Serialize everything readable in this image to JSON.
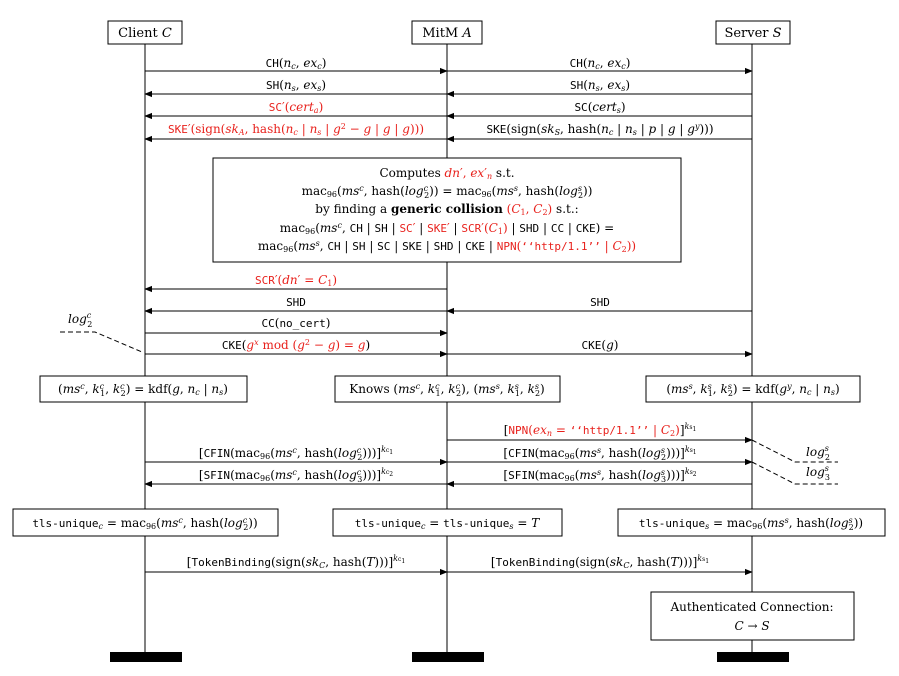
{
  "colors": {
    "attacker": "#e8211c",
    "ink": "#000000"
  },
  "parties": {
    "client": "Client C",
    "mitm": "MitM A",
    "server": "Server S"
  },
  "messages": {
    "ch_left": "CH(nc, exc)",
    "ch_right": "CH(nc, exc)",
    "sh_left": "SH(ns, exs)",
    "sh_right": "SH(ns, exs)",
    "sc_left": "SC′(certa)",
    "sc_right": "SC(certs)",
    "ske_left": "SKE′(sign(skA, hash(nc | ns | g² − g | g | g)))",
    "ske_right": "SKE(sign(skS, hash(nc | ns | p | g | gʸ)))",
    "scr": "SCR′(dn′ = C1)",
    "shd_left": "SHD",
    "shd_right": "SHD",
    "cc": "CC(no_cert)",
    "cke_left": "CKE(gˣ mod (g² − g) = g)",
    "cke_right": "CKE(g)",
    "npn": "[NPN(exn = ‘‘http/1.1’’ | C2)]k1s",
    "cfin_left": "[CFIN(mac96(msc, hash(log2c)))]k1c",
    "cfin_right": "[CFIN(mac96(mss, hash(log2s)))]k1s",
    "sfin_left": "[SFIN(mac96(msc, hash(log3c)))]k2c",
    "sfin_right": "[SFIN(mac96(mss, hash(log3s)))]k2s",
    "tb_left": "[TokenBinding(sign(skC, hash(T)))]k1c",
    "tb_right": "[TokenBinding(sign(skC, hash(T)))]k1s"
  },
  "compute_box": {
    "line1": "Computes dn′, ex′n s.t.",
    "line2": "mac96(msc, hash(log2c)) = mac96(mss, hash(log2s))",
    "line3": "by finding a generic collision (C1, C2) s.t.:",
    "line4": "mac96(msc, CH | SH | SC′ | SKE′ | SCR′(C1) | SHD | CC | CKE) =",
    "line5": "mac96(mss, CH | SH | SC | SKE | SHD | CKE | NPN(‘‘http/1.1’’ | C2))"
  },
  "kdf_boxes": {
    "client": "(msc, k1c, k2c) = kdf(g, nc | ns)",
    "mitm": "Knows (msc, k1c, k2c), (mss, k1s, k2s)",
    "server": "(mss, k1s, k2s) = kdf(gʸ, nc | ns)"
  },
  "unique_boxes": {
    "client": "tls-uniquec = mac96(msc, hash(log2c))",
    "mitm": "tls-uniquec = tls-uniques = T",
    "server": "tls-uniques = mac96(mss, hash(log2s))"
  },
  "auth_box": {
    "line1": "Authenticated Connection:",
    "line2": "C → S"
  },
  "log_labels": {
    "client_log2": "log2c",
    "server_log2": "log2s",
    "server_log3": "log3s"
  }
}
